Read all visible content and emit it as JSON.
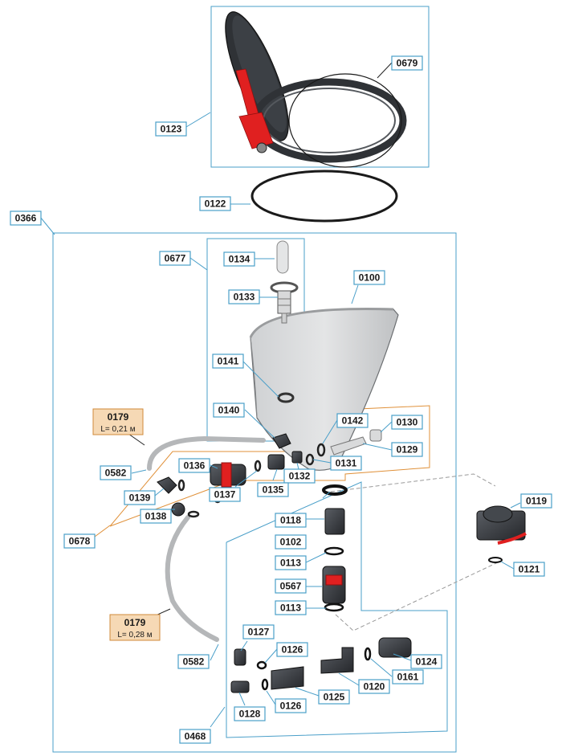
{
  "labels": {
    "p0123": "0123",
    "p0679": "0679",
    "p0122": "0122",
    "p0366": "0366",
    "p0677": "0677",
    "p0134": "0134",
    "p0133": "0133",
    "p0100": "0100",
    "p0141": "0141",
    "p0140": "0140",
    "p0142": "0142",
    "p0130": "0130",
    "p0129": "0129",
    "p0131": "0131",
    "p0582a": "0582",
    "p0136": "0136",
    "p0132": "0132",
    "p0135": "0135",
    "p0139": "0139",
    "p0137": "0137",
    "p0138": "0138",
    "p0678": "0678",
    "p0118": "0118",
    "p0102": "0102",
    "p0113a": "0113",
    "p0567": "0567",
    "p0113b": "0113",
    "p0119": "0119",
    "p0121": "0121",
    "p0127": "0127",
    "p0126a": "0126",
    "p0124": "0124",
    "p0582b": "0582",
    "p0120": "0120",
    "p0161": "0161",
    "p0126b": "0126",
    "p0125": "0125",
    "p0128": "0128",
    "p0468": "0468"
  },
  "notes": {
    "hose1": {
      "code": "0179",
      "length": "L= 0,21 м"
    },
    "hose2": {
      "code": "0179",
      "length": "L= 0,28 м"
    }
  },
  "colors": {
    "leader": "#4a9fc9",
    "accent_orange": "#e0913a",
    "note_fill": "#f6d9b5",
    "part_red": "#e02020",
    "part_dark": "#3a3d42"
  }
}
